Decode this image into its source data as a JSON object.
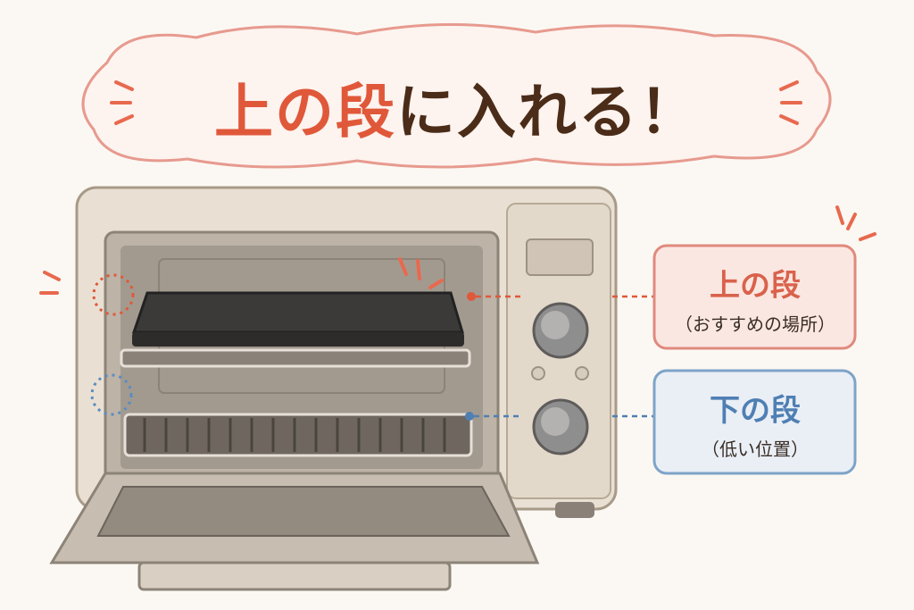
{
  "title": {
    "highlight": "上の段",
    "rest": "に入れる！"
  },
  "labels": {
    "upper": {
      "main": "上の段",
      "sub": "（おすすめの場所）"
    },
    "lower": {
      "main": "下の段",
      "sub": "（低い位置）"
    }
  },
  "colors": {
    "upper": "#e0583a",
    "lower": "#4f7fb3",
    "title_text": "#4a2c18",
    "oven_body": "#e9e0d3"
  }
}
